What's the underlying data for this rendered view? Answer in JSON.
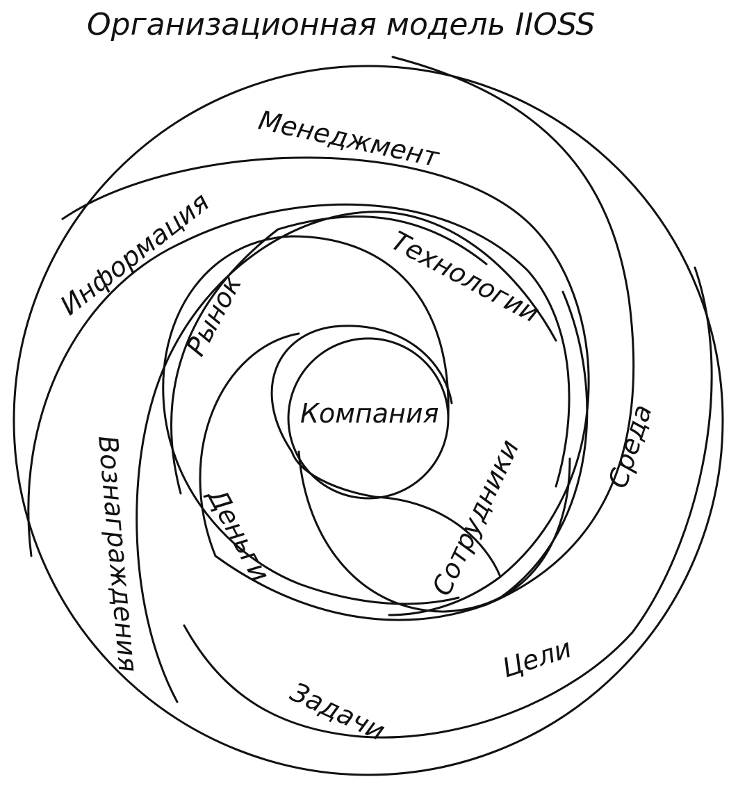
{
  "title": "Организационная модель IIOSS",
  "labels": {
    "management": "Менеджмент",
    "information": "Информация",
    "technologies": "Технологии",
    "market": "Рынок",
    "company": "Компания",
    "environment": "Среда",
    "employees": "Сотрудники",
    "money": "Деньги",
    "rewards": "Вознаграждения",
    "goals": "Цели",
    "tasks": "Задачи"
  }
}
